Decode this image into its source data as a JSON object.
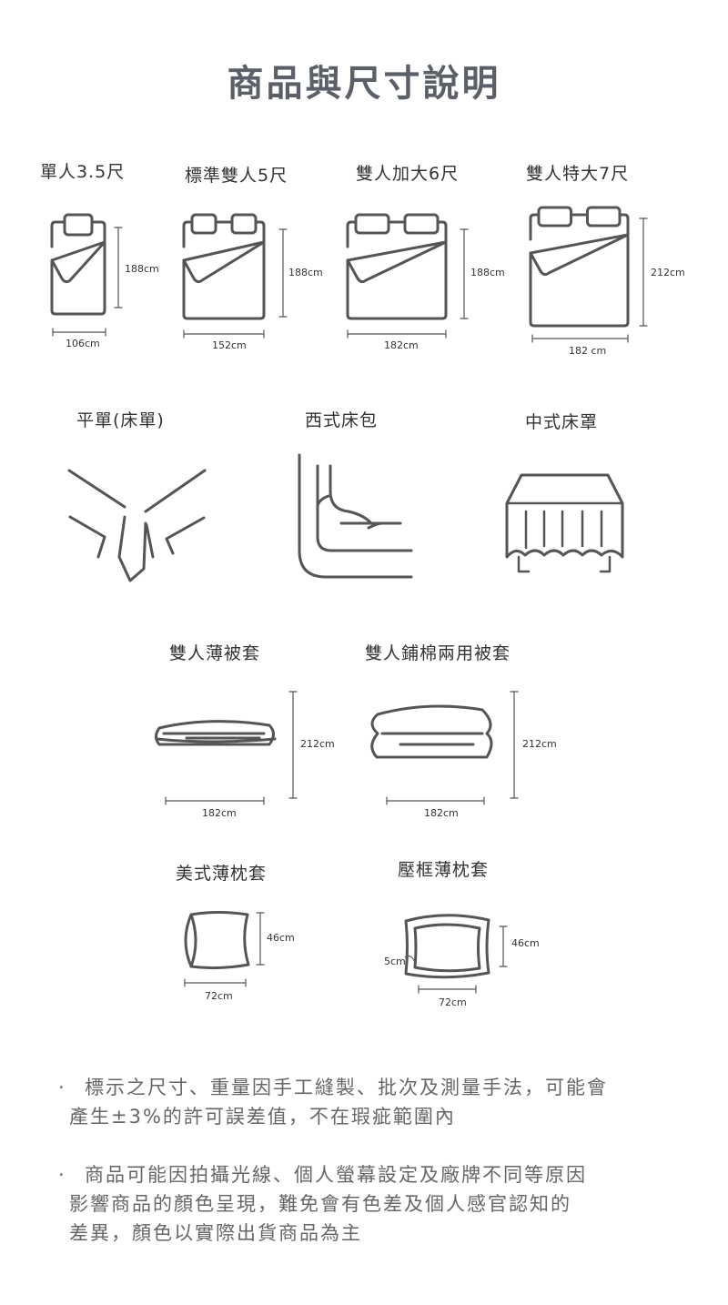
{
  "title": "商品與尺寸說明",
  "beds": [
    {
      "label": "單人3.5尺",
      "height": "188cm",
      "width": "106cm"
    },
    {
      "label": "標準雙人5尺",
      "height": "188cm",
      "width": "152cm"
    },
    {
      "label": "雙人加大6尺",
      "height": "188cm",
      "width": "182cm"
    },
    {
      "label": "雙人特大7尺",
      "height": "212cm",
      "width": "182 cm"
    }
  ],
  "sheets": [
    {
      "label": "平單(床單)"
    },
    {
      "label": "西式床包"
    },
    {
      "label": "中式床罩"
    }
  ],
  "duvets": [
    {
      "label": "雙人薄被套",
      "height": "212cm",
      "width": "182cm"
    },
    {
      "label": "雙人鋪棉兩用被套",
      "height": "212cm",
      "width": "182cm"
    }
  ],
  "pillowcases": [
    {
      "label": "美式薄枕套",
      "height": "46cm",
      "width": "72cm"
    },
    {
      "label": "壓框薄枕套",
      "height": "46cm",
      "width": "72cm",
      "border": "5cm"
    }
  ],
  "notes": [
    {
      "bullet": "·",
      "lines": [
        "標示之尺寸、重量因手工縫製、批次及測量手法，可能會",
        "產生±3%的許可誤差值，不在瑕疵範圍內"
      ]
    },
    {
      "bullet": "·",
      "lines": [
        "商品可能因拍攝光線、個人螢幕設定及廠牌不同等原因",
        "影響商品的顏色呈現，難免會有色差及個人感官認知的",
        "差異，顏色以實際出貨商品為主"
      ]
    }
  ],
  "colors": {
    "title": "#5b6068",
    "line": "#555555",
    "text": "#333333",
    "note": "#666666"
  }
}
